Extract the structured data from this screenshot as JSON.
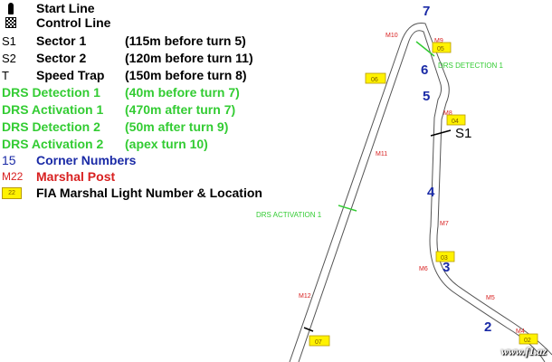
{
  "legend": [
    {
      "symbol": "",
      "icon": "start-line-icon",
      "label": "Start Line",
      "desc": "",
      "color": "black"
    },
    {
      "symbol": "",
      "icon": "checkered-flag-icon",
      "label": "Control Line",
      "desc": "",
      "color": "black"
    },
    {
      "symbol": "S1",
      "icon": "",
      "label": "Sector 1",
      "desc": "(115m before turn 5)",
      "color": "black"
    },
    {
      "symbol": "S2",
      "icon": "",
      "label": "Sector 2",
      "desc": "(120m before turn 11)",
      "color": "black"
    },
    {
      "symbol": "T",
      "icon": "",
      "label": "Speed Trap",
      "desc": "(150m before turn 8)",
      "color": "black"
    },
    {
      "symbol": "",
      "icon": "",
      "label": "DRS Detection 1",
      "desc": "(40m before turn 7)",
      "color": "green"
    },
    {
      "symbol": "",
      "icon": "",
      "label": "DRS Activation 1",
      "desc": "(470m after turn 7)",
      "color": "green"
    },
    {
      "symbol": "",
      "icon": "",
      "label": "DRS Detection 2",
      "desc": "(50m after turn 9)",
      "color": "green"
    },
    {
      "symbol": "",
      "icon": "",
      "label": "DRS Activation 2",
      "desc": "(apex turn 10)",
      "color": "green"
    },
    {
      "symbol": "15",
      "icon": "",
      "label": "Corner Numbers",
      "desc": "",
      "color": "blue"
    },
    {
      "symbol": "M22",
      "icon": "",
      "label": "Marshal Post",
      "desc": "",
      "color": "red"
    },
    {
      "symbol": "22",
      "icon": "light-box-icon",
      "label": "FIA Marshal Light Number & Location",
      "desc": "",
      "color": "black"
    }
  ],
  "colors": {
    "green": "#33cc33",
    "blue": "#1a2aa6",
    "red": "#d82020",
    "lightbox": "#fff200"
  },
  "map": {
    "turns": [
      "7",
      "6",
      "5",
      "4",
      "3",
      "2"
    ],
    "marshals": [
      "M10",
      "M9",
      "M8",
      "M11",
      "M7",
      "M6",
      "M5",
      "M12",
      "M4"
    ],
    "lights": [
      "05",
      "06",
      "04",
      "03",
      "07",
      "02"
    ],
    "sector_label": "S1",
    "drs_detection": "DRS DETECTION 1",
    "drs_activation": "DRS ACTIVATION 1"
  },
  "watermark": "www.f1.az"
}
